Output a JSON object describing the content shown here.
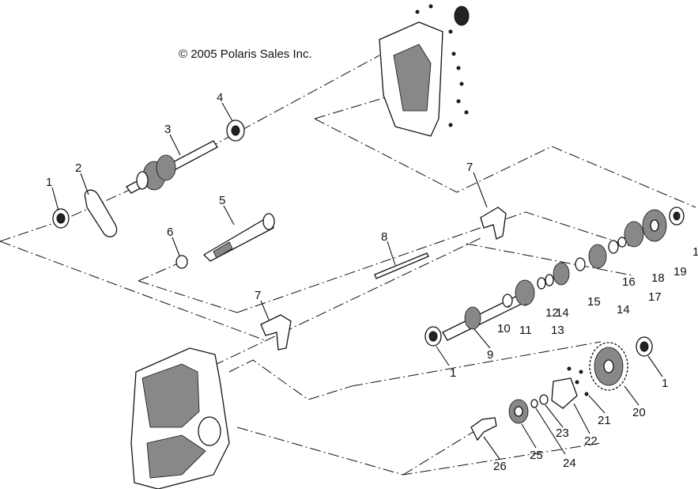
{
  "copyright": "© 2005 Polaris Sales Inc.",
  "callouts": {
    "c1a": "1",
    "c2": "2",
    "c3": "3",
    "c4": "4",
    "c5": "5",
    "c6": "6",
    "c7a": "7",
    "c7b": "7",
    "c8": "8",
    "c1b": "1",
    "c19": "19",
    "c18": "18",
    "c17": "17",
    "c16": "16",
    "c15": "15",
    "c14a": "14",
    "c14b": "14",
    "c13": "13",
    "c12": "12",
    "c11": "11",
    "c10": "10",
    "c9": "9",
    "c1c": "1",
    "c1d": "1",
    "c20": "20",
    "c21": "21",
    "c22": "22",
    "c23": "23",
    "c24": "24",
    "c25": "25",
    "c26": "26"
  }
}
